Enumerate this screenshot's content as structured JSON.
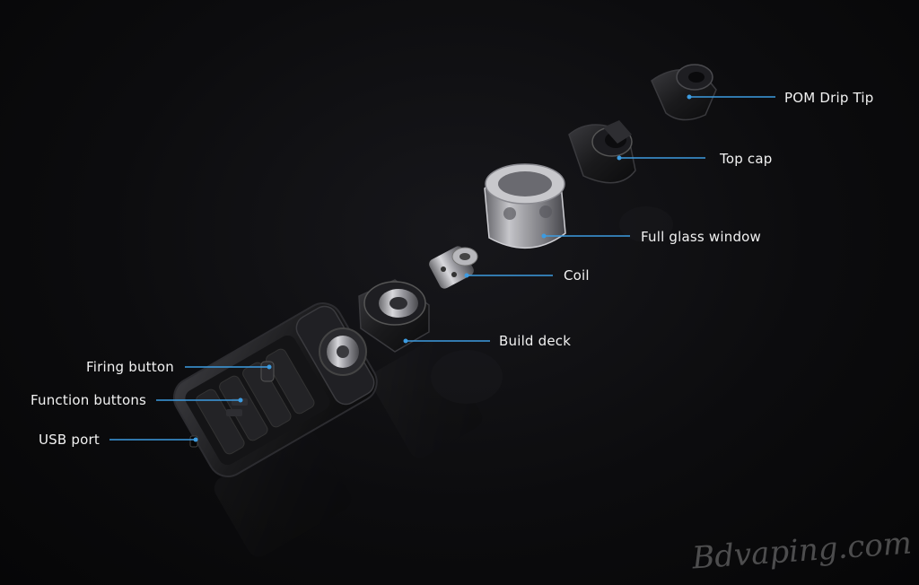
{
  "labels": {
    "drip_tip": "POM Drip Tip",
    "top_cap": "Top cap",
    "glass": "Full glass window",
    "coil": "Coil",
    "build_deck": "Build deck",
    "firing_button": "Firing button",
    "function_buttons": "Function buttons",
    "usb_port": "USB port"
  },
  "watermark": "Bdvaping.com",
  "colors": {
    "leader_line": "#3d9be0",
    "label_text": "#f2f2f2",
    "background": "#0c0c0e"
  }
}
